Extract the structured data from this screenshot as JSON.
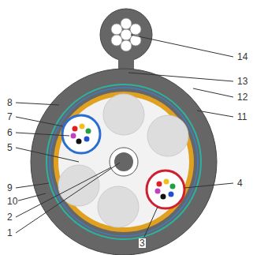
{
  "diagram": {
    "labels": [
      "14",
      "13",
      "12",
      "11",
      "8",
      "7",
      "6",
      "5",
      "9",
      "10",
      "2",
      "1",
      "3",
      "4"
    ]
  }
}
